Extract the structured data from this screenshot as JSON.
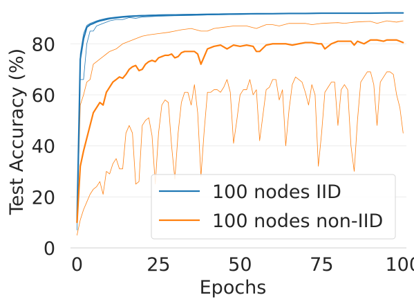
{
  "chart_data": {
    "type": "line",
    "xlabel": "Epochs",
    "ylabel": "Test Accuracy (%)",
    "xlim": [
      -2,
      101
    ],
    "ylim": [
      0,
      95
    ],
    "xticks": [
      0,
      25,
      50,
      75,
      100
    ],
    "yticks": [
      0,
      20,
      40,
      60,
      80
    ],
    "grid": "horizontal",
    "legend_position": "lower-right",
    "legend": [
      "100 nodes IID",
      "100 nodes non-IID"
    ],
    "colors": {
      "iid": "#1f77b4",
      "noniid": "#ff7f0e"
    },
    "series": [
      {
        "name": "100 nodes IID",
        "color": "#1f77b4",
        "role": "mean",
        "x": [
          0,
          1,
          2,
          3,
          4,
          5,
          6,
          7,
          8,
          9,
          10,
          12,
          14,
          16,
          18,
          20,
          25,
          30,
          35,
          40,
          45,
          50,
          55,
          60,
          65,
          70,
          75,
          80,
          85,
          90,
          95,
          100
        ],
        "values": [
          10,
          74,
          82,
          86.5,
          87.5,
          88,
          88.6,
          89,
          89.3,
          89.6,
          89.9,
          90.2,
          90.5,
          90.7,
          90.9,
          91,
          91.2,
          91.3,
          91.4,
          91.5,
          91.6,
          91.7,
          91.8,
          91.8,
          91.9,
          91.9,
          92,
          92,
          92,
          92,
          92.1,
          92.1
        ]
      },
      {
        "name": "100 nodes IID (lower)",
        "color": "#1f77b4",
        "role": "band",
        "x": [
          0,
          1,
          2,
          3,
          4,
          5,
          6,
          7,
          8,
          9,
          10,
          12,
          14,
          16,
          18,
          20,
          25,
          30,
          35,
          40,
          45,
          50,
          55,
          60,
          65,
          70,
          75,
          80,
          85,
          90,
          95,
          100
        ],
        "values": [
          7,
          66,
          66,
          80,
          85,
          85,
          87,
          87.5,
          88,
          88.5,
          89,
          89.5,
          89.5,
          90.3,
          90,
          90.5,
          90.8,
          91,
          91.1,
          91.3,
          91.4,
          91.5,
          91.6,
          91.7,
          91.8,
          91.8,
          91.9,
          91.9,
          91.9,
          92,
          92,
          92
        ]
      },
      {
        "name": "100 nodes IID (upper)",
        "color": "#1f77b4",
        "role": "band",
        "x": [
          0,
          1,
          2,
          3,
          4,
          5,
          6,
          7,
          8,
          9,
          10,
          12,
          14,
          16,
          18,
          20,
          25,
          30,
          35,
          40,
          45,
          50,
          55,
          60,
          65,
          70,
          75,
          80,
          85,
          90,
          95,
          100
        ],
        "values": [
          12,
          76,
          84,
          87.2,
          88,
          88.5,
          89,
          89.4,
          89.7,
          90,
          90.2,
          90.5,
          90.8,
          91,
          91.1,
          91.2,
          91.4,
          91.5,
          91.6,
          91.7,
          91.8,
          91.8,
          91.9,
          91.9,
          92,
          92,
          92.1,
          92.1,
          92.1,
          92.1,
          92.2,
          92.2
        ]
      },
      {
        "name": "100 nodes non-IID",
        "color": "#ff7f0e",
        "role": "mean",
        "x": [
          0,
          1,
          2,
          3,
          4,
          5,
          6,
          7,
          8,
          9,
          10,
          11,
          12,
          13,
          14,
          15,
          16,
          17,
          18,
          19,
          20,
          21,
          22,
          23,
          24,
          25,
          26,
          27,
          28,
          29,
          30,
          31,
          32,
          33,
          34,
          35,
          36,
          37,
          38,
          39,
          40,
          42,
          44,
          46,
          48,
          50,
          52,
          54,
          55,
          56,
          58,
          60,
          62,
          64,
          66,
          68,
          70,
          72,
          74,
          75,
          76,
          78,
          80,
          82,
          84,
          85,
          86,
          88,
          90,
          92,
          94,
          95,
          96,
          98,
          100
        ],
        "values": [
          10,
          32,
          38,
          43,
          48,
          53,
          55,
          57,
          56,
          61,
          63,
          65,
          66,
          67,
          66.5,
          68,
          70,
          71,
          71.5,
          69.5,
          70,
          72,
          73,
          73.5,
          73,
          74.5,
          75,
          75.5,
          75.5,
          76,
          74.5,
          75,
          76.5,
          77,
          77,
          77,
          77,
          76,
          72,
          75,
          78,
          79,
          79.5,
          78,
          79.5,
          79,
          79.5,
          79,
          77,
          77,
          79.5,
          80,
          80,
          80,
          79.5,
          80,
          80.5,
          80.5,
          80,
          80,
          78,
          80,
          81,
          81,
          81,
          79.5,
          81,
          80,
          81.5,
          81.5,
          81,
          81.5,
          81.5,
          81.5,
          80.5
        ]
      },
      {
        "name": "100 nodes non-IID (upper)",
        "color": "#ff7f0e",
        "role": "band",
        "x": [
          0,
          1,
          2,
          3,
          4,
          5,
          6,
          7,
          8,
          9,
          10,
          12,
          14,
          16,
          18,
          20,
          22,
          25,
          28,
          30,
          32,
          35,
          38,
          40,
          42,
          45,
          48,
          50,
          52,
          55,
          58,
          60,
          62,
          65,
          68,
          70,
          72,
          75,
          78,
          80,
          82,
          85,
          88,
          90,
          92,
          95,
          98,
          100
        ],
        "values": [
          10,
          56,
          60,
          65,
          66,
          72,
          73,
          74,
          75,
          76,
          77,
          78,
          80,
          81,
          82,
          83,
          83.5,
          84,
          84.5,
          85,
          85.5,
          86,
          85,
          85,
          86,
          86.5,
          87,
          87,
          87,
          86,
          87.5,
          87.5,
          87,
          88,
          88,
          88,
          87.5,
          88,
          88.2,
          88.3,
          88,
          88.5,
          88.7,
          88.8,
          88,
          89,
          88.5,
          89
        ]
      },
      {
        "name": "100 nodes non-IID (lower)",
        "color": "#ff7f0e",
        "role": "band",
        "x": [
          0,
          1,
          2,
          3,
          4,
          5,
          6,
          7,
          8,
          9,
          10,
          11,
          12,
          13,
          14,
          15,
          16,
          17,
          18,
          19,
          20,
          21,
          22,
          23,
          24,
          25,
          26,
          27,
          28,
          29,
          30,
          31,
          32,
          33,
          34,
          35,
          36,
          37,
          38,
          39,
          40,
          41,
          42,
          43,
          44,
          45,
          46,
          47,
          48,
          49,
          50,
          51,
          52,
          53,
          54,
          55,
          56,
          57,
          58,
          59,
          60,
          61,
          62,
          63,
          64,
          65,
          66,
          67,
          68,
          69,
          70,
          71,
          72,
          73,
          74,
          75,
          76,
          77,
          78,
          79,
          80,
          81,
          82,
          83,
          84,
          85,
          86,
          87,
          88,
          89,
          90,
          91,
          92,
          93,
          94,
          95,
          96,
          97,
          98,
          99,
          100
        ],
        "values": [
          5,
          11,
          15,
          18,
          21,
          23,
          24,
          26,
          21,
          30,
          29,
          33,
          35,
          31,
          31,
          45,
          48,
          45,
          25,
          26,
          48,
          50,
          51,
          44,
          25,
          45,
          56,
          58,
          57,
          40,
          27,
          45,
          57,
          61,
          61,
          56,
          64,
          53,
          28,
          46,
          61,
          61,
          62,
          62,
          61,
          63,
          66,
          61,
          41,
          50,
          60,
          62,
          62,
          66,
          60,
          62,
          42,
          52,
          62,
          63,
          66,
          66,
          58,
          62,
          40,
          54,
          64,
          67,
          66,
          65,
          61,
          56,
          64,
          60,
          32,
          45,
          61,
          63,
          65,
          65,
          48,
          62,
          64,
          62,
          40,
          30,
          50,
          65,
          67,
          69,
          69,
          64,
          48,
          65,
          67,
          69,
          69,
          68,
          60,
          55,
          45
        ]
      }
    ]
  }
}
